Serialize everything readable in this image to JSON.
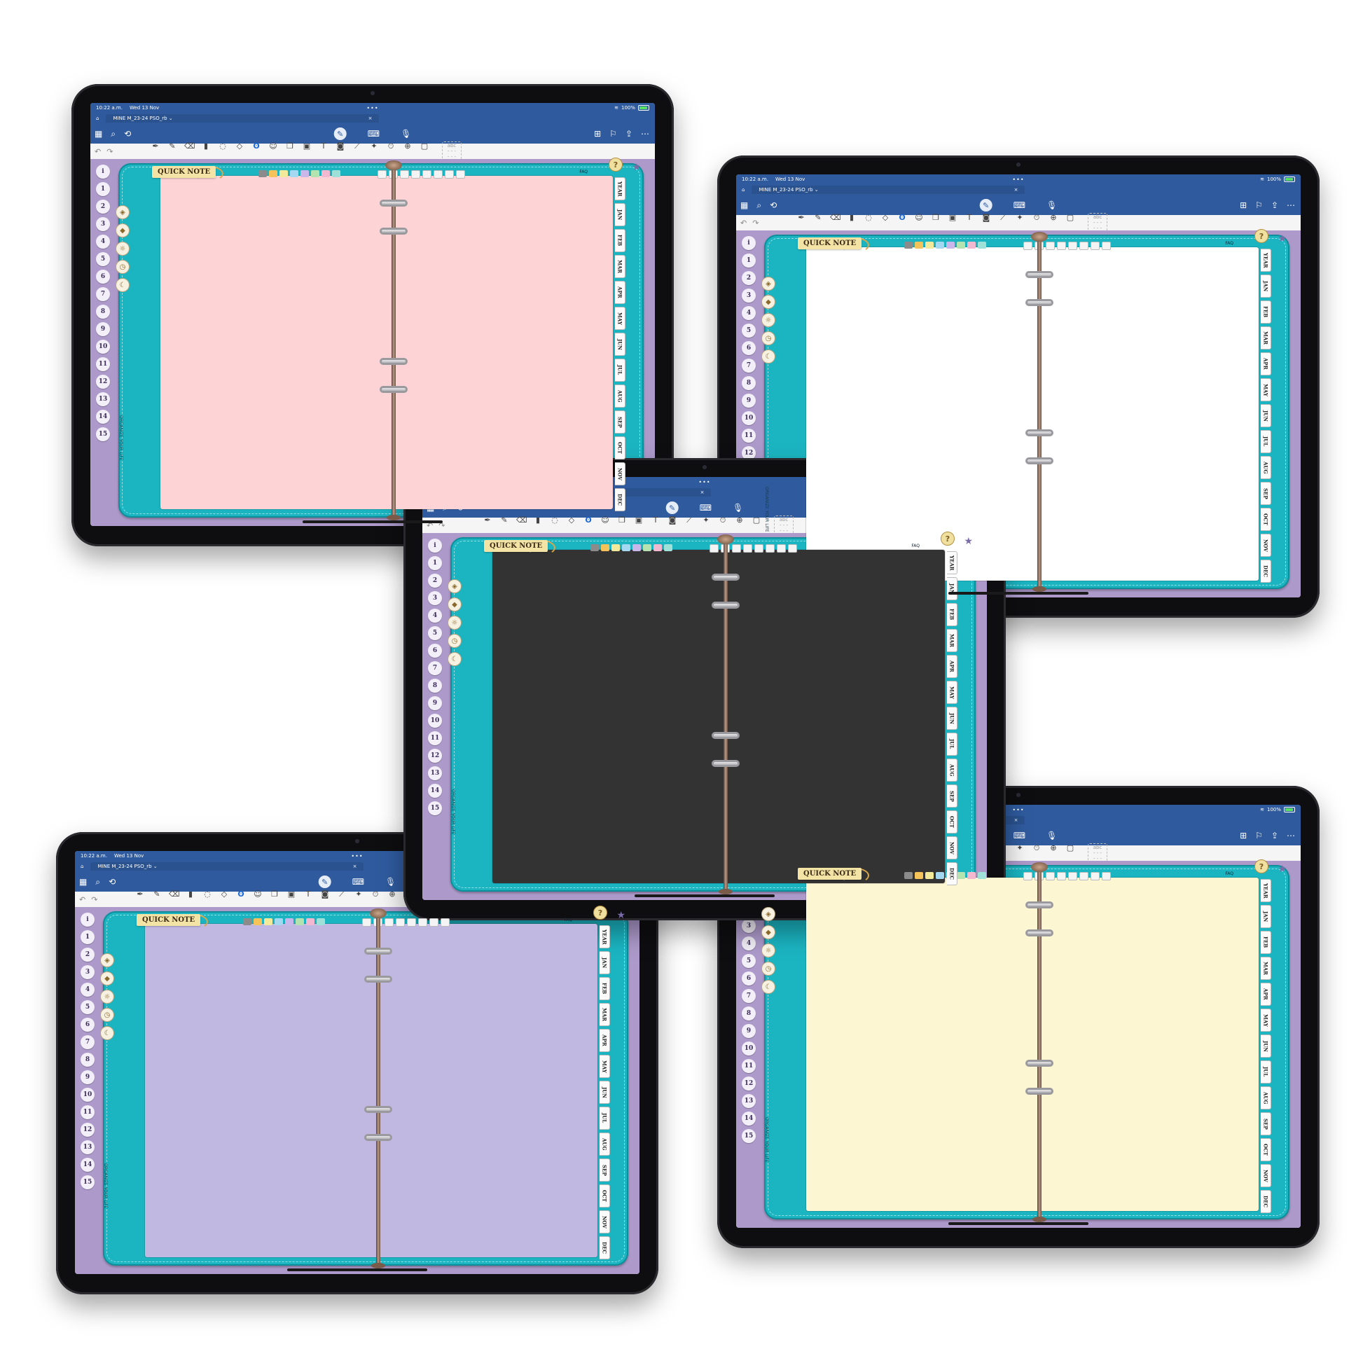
{
  "status": {
    "time": "10:22 a.m.",
    "date": "Wed 13 Nov",
    "battery": "100%"
  },
  "tab": {
    "title": "MINE M_23-24 PSO_rb",
    "close": "×"
  },
  "toolbar": {
    "input_placeholder": "abc - - - - - -"
  },
  "planner": {
    "quick_note": "QUICK NOTE",
    "help": "?",
    "faq": "FAQ",
    "side_label": "ORGANIZE YOUR LIFE",
    "numbers": [
      "i",
      "1",
      "2",
      "3",
      "4",
      "5",
      "6",
      "7",
      "8",
      "9",
      "10",
      "11",
      "12",
      "13",
      "14",
      "15"
    ],
    "months": [
      "YEAR",
      "JAN",
      "FEB",
      "MAR",
      "APR",
      "MAY",
      "JUN",
      "JUL",
      "AUG",
      "SEP",
      "OCT",
      "NOV",
      "DEC"
    ]
  },
  "swatches": [
    "#8b8b8b",
    "#f6c35a",
    "#f3e99a",
    "#a3d8f0",
    "#c9b7ea",
    "#b4e3b0",
    "#f2b8d0",
    "#9fe0d8"
  ],
  "page_colors": {
    "pink": "#fdd3d6",
    "white": "#ffffff",
    "lavender": "#c1b8e2",
    "cream": "#fdf6d3",
    "dark": "#333333"
  },
  "icons": [
    "home-icon",
    "grid-icon",
    "search-icon",
    "rotate-icon",
    "pencil-icon",
    "keyboard-icon",
    "mic-icon",
    "add-page-icon",
    "bookmark-icon",
    "share-icon",
    "more-icon",
    "undo-icon",
    "redo-icon"
  ]
}
